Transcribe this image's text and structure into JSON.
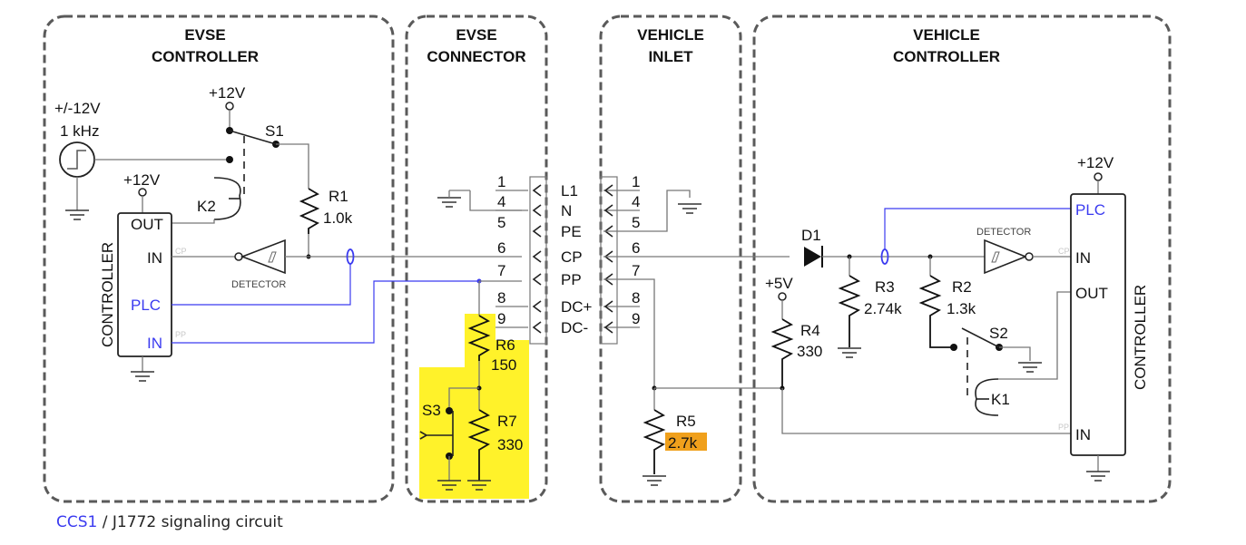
{
  "sections": [
    {
      "id": "evse-controller",
      "line1": "EVSE",
      "line2": "CONTROLLER"
    },
    {
      "id": "evse-connector",
      "line1": "EVSE",
      "line2": "CONNECTOR"
    },
    {
      "id": "vehicle-inlet",
      "line1": "VEHICLE",
      "line2": "INLET"
    },
    {
      "id": "vehicle-controller",
      "line1": "VEHICLE",
      "line2": "CONTROLLER"
    }
  ],
  "evse_controller": {
    "source_voltage": "+/-12V",
    "source_freq": "1 kHz",
    "s1_supply": "+12V",
    "switch": "S1",
    "relay": "K2",
    "r1_name": "R1",
    "r1_value": "1.0k",
    "chip_supply": "+12V",
    "chip_label": "CONTROLLER",
    "pin_out": "OUT",
    "pin_in_cp": "IN",
    "pin_plc": "PLC",
    "pin_in_pp": "IN",
    "cp_tag": "CP",
    "pp_tag": "PP",
    "detector": "DETECTOR"
  },
  "evse_connector": {
    "pins": [
      {
        "num": "1",
        "signal": "L1"
      },
      {
        "num": "4",
        "signal": "N"
      },
      {
        "num": "5",
        "signal": "PE"
      },
      {
        "num": "6",
        "signal": "CP"
      },
      {
        "num": "7",
        "signal": "PP"
      },
      {
        "num": "8",
        "signal": "DC+"
      },
      {
        "num": "9",
        "signal": "DC-"
      }
    ],
    "r6_name": "R6",
    "r6_value": "150",
    "r7_name": "R7",
    "r7_value": "330",
    "switch": "S3",
    "highlight_color": "#fff22a"
  },
  "vehicle_inlet": {
    "pins": [
      "1",
      "4",
      "5",
      "6",
      "7",
      "8",
      "9"
    ],
    "r5_name": "R5",
    "r5_value": "2.7k",
    "r5_highlight_color": "#f0a01c"
  },
  "vehicle_controller": {
    "d1": "D1",
    "r4_supply": "+5V",
    "r4_name": "R4",
    "r4_value": "330",
    "r3_name": "R3",
    "r3_value": "2.74k",
    "r2_name": "R2",
    "r2_value": "1.3k",
    "switch": "S2",
    "relay": "K1",
    "detector": "DETECTOR",
    "chip_supply": "+12V",
    "chip_label": "CONTROLLER",
    "pin_plc": "PLC",
    "pin_in_cp": "IN",
    "pin_out": "OUT",
    "pin_in_pp": "IN",
    "cp_tag": "CP",
    "pp_tag": "PP"
  },
  "caption": {
    "highlight": "CCS1",
    "rest": " / J1772 signaling circuit"
  },
  "colors": {
    "signal_blue": "#3b3bf0",
    "box_gray": "#5a5a5a"
  }
}
